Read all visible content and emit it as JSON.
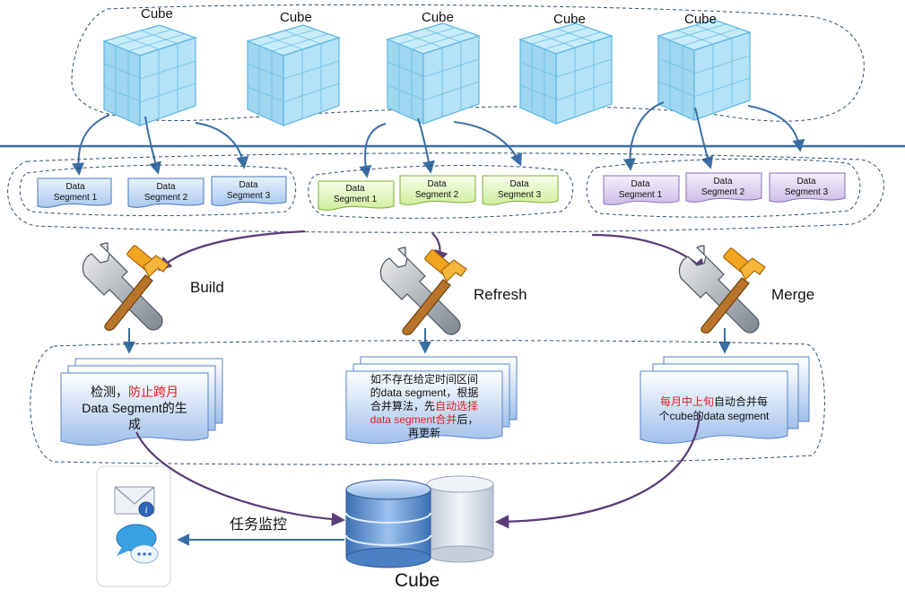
{
  "cubes": [
    {
      "label": "Cube"
    },
    {
      "label": "Cube"
    },
    {
      "label": "Cube"
    },
    {
      "label": "Cube"
    },
    {
      "label": "Cube"
    }
  ],
  "segment_groups": [
    {
      "color": "blue",
      "segments": [
        {
          "l1": "Data",
          "l2": "Segment 1"
        },
        {
          "l1": "Data",
          "l2": "Segment 2"
        },
        {
          "l1": "Data",
          "l2": "Segment 3"
        }
      ]
    },
    {
      "color": "green",
      "segments": [
        {
          "l1": "Data",
          "l2": "Segment 1"
        },
        {
          "l1": "Data",
          "l2": "Segment 2"
        },
        {
          "l1": "Data",
          "l2": "Segment 3"
        }
      ]
    },
    {
      "color": "purple",
      "segments": [
        {
          "l1": "Data",
          "l2": "Segment 1"
        },
        {
          "l1": "Data",
          "l2": "Segment 2"
        },
        {
          "l1": "Data",
          "l2": "Segment 3"
        }
      ]
    }
  ],
  "operations": {
    "build": "Build",
    "refresh": "Refresh",
    "merge": "Merge"
  },
  "notes": {
    "build": {
      "p1": "检测，",
      "p2_red": "防止跨月",
      "p3": "Data Segment的生",
      "p4": "成"
    },
    "refresh": {
      "l1": "如不存在给定时间区间",
      "l2": "的data segment，根据",
      "l3": "合并算法，先",
      "l3_red": "自动选择",
      "l4_red": "data segment合并",
      "l4": "后，",
      "l5": "再更新"
    },
    "merge": {
      "l1_red": "每月中上旬",
      "l1": "自动合并每",
      "l2": "个cube的data  segment"
    }
  },
  "monitor_label": "任务监控",
  "bottom_cube_label": "Cube",
  "colors": {
    "blue_fill": "#c9dcf5",
    "green_fill": "#e3f5c4",
    "purple_fill": "#e2d8f0",
    "arrow_blue": "#3a6ea5",
    "arrow_purple": "#5a3c78",
    "cube_fill": "#9fd3ee",
    "tool_accent": "#f2a520"
  },
  "icons": [
    "cube-icon",
    "tools-icon",
    "mail-info-icon",
    "chat-bubble-icon",
    "database-icon"
  ]
}
